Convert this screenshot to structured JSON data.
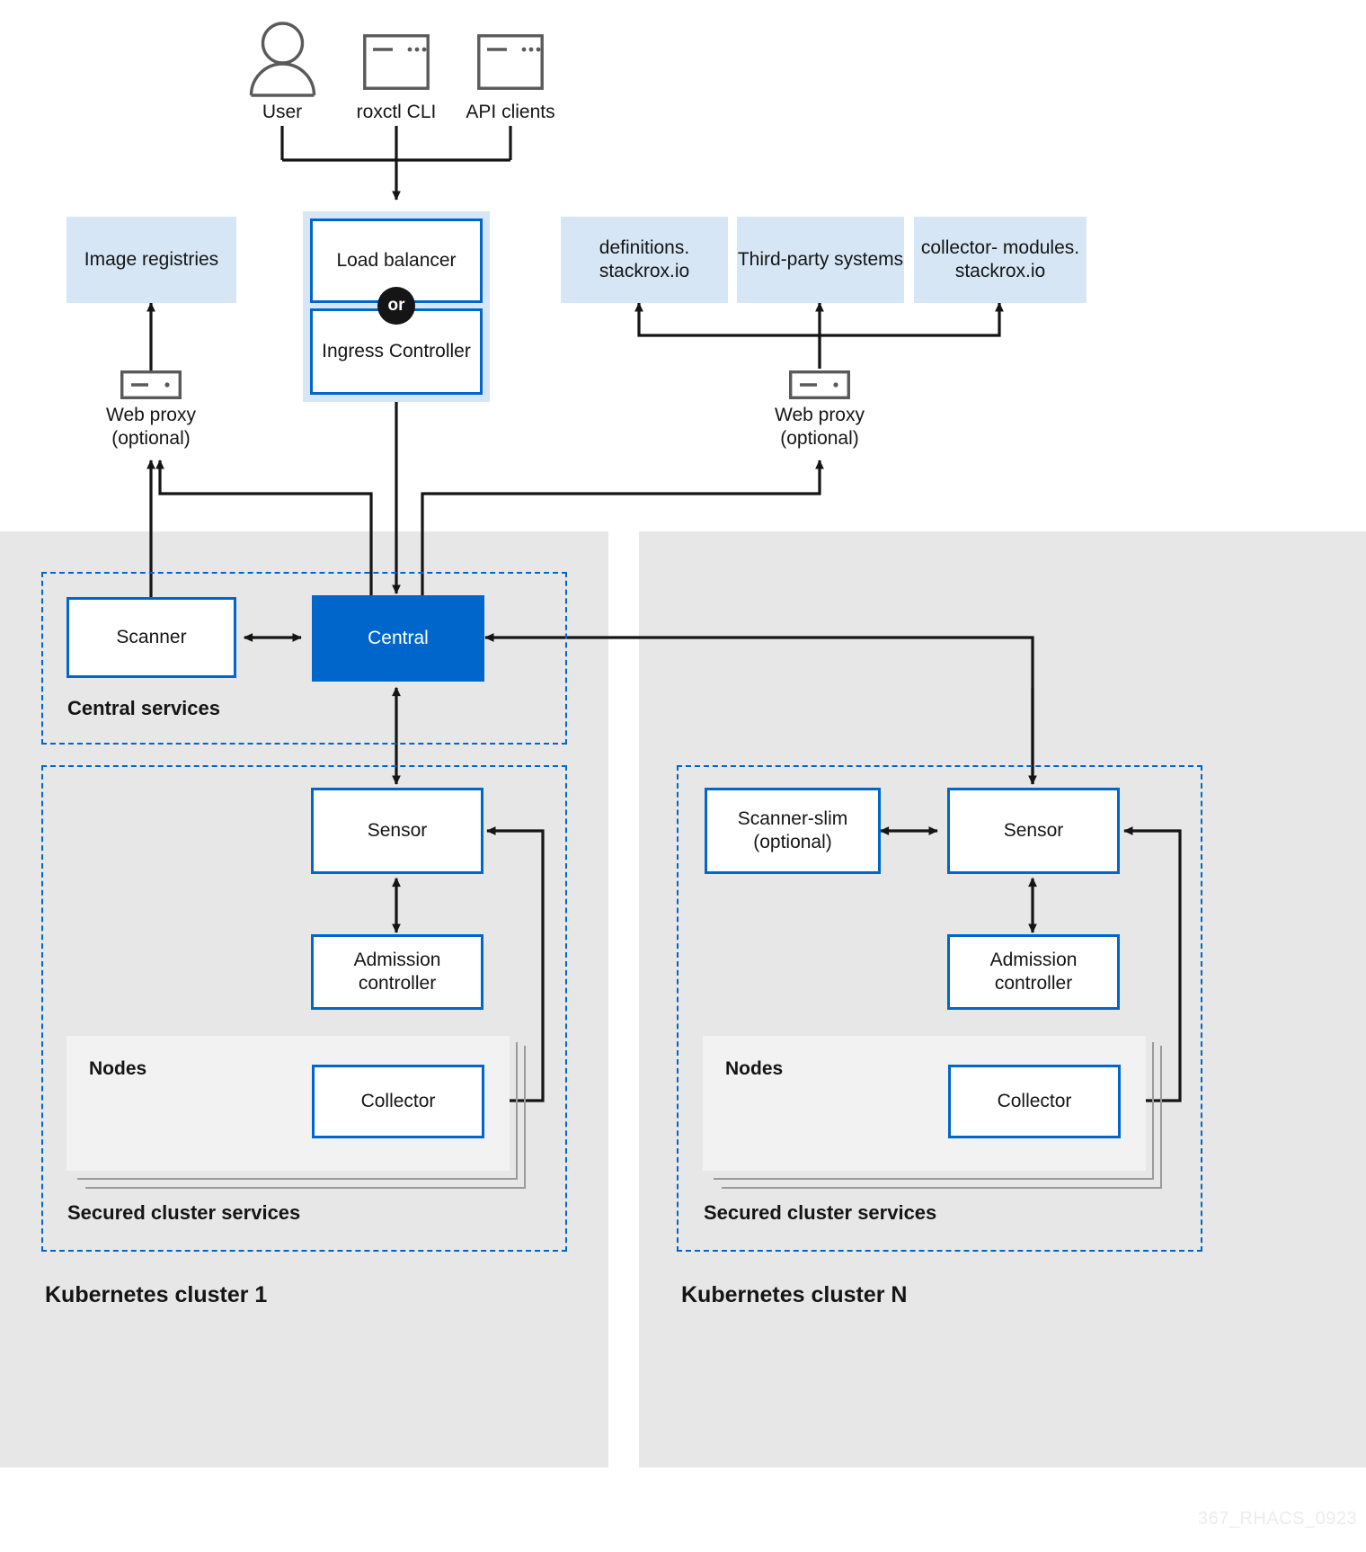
{
  "diagram": {
    "title": "Red Hat Advanced Cluster Security architecture",
    "watermark": "367_RHACS_0923",
    "colors": {
      "accent_blue": "#0066cc",
      "light_blue_fill": "#d6e6f5",
      "cluster_gray": "#e7e7e7",
      "nodes_gray": "#f2f2f2",
      "line_black": "#151515",
      "icon_gray": "#5a5a5a"
    }
  },
  "clients": [
    {
      "id": "user",
      "label": "User",
      "icon": "user-icon"
    },
    {
      "id": "roxctl",
      "label": "roxctl CLI",
      "icon": "terminal-window-icon"
    },
    {
      "id": "api",
      "label": "API clients",
      "icon": "terminal-window-icon"
    }
  ],
  "ingress": {
    "load_balancer": "Load\nbalancer",
    "or_badge": "or",
    "ingress_controller": "Ingress\nController"
  },
  "external": [
    {
      "id": "image-registries",
      "label": "Image\nregistries"
    },
    {
      "id": "definitions-stackrox-io",
      "label": "definitions.\nstackrox.io"
    },
    {
      "id": "third-party-systems",
      "label": "Third-party\nsystems"
    },
    {
      "id": "collector-modules-stackrox-io",
      "label": "collector-\nmodules.\nstackrox.io"
    }
  ],
  "web_proxies": [
    {
      "id": "web-proxy-left",
      "label": "Web proxy\n(optional)",
      "icon": "web-proxy-icon"
    },
    {
      "id": "web-proxy-right",
      "label": "Web proxy\n(optional)",
      "icon": "web-proxy-icon"
    }
  ],
  "central_services": {
    "group_label": "Central services",
    "scanner": "Scanner",
    "central": "Central"
  },
  "cluster1": {
    "cluster_label": "Kubernetes cluster 1",
    "group_label": "Secured cluster services",
    "sensor": "Sensor",
    "admission_controller": "Admission\ncontroller",
    "nodes_label": "Nodes",
    "collector": "Collector"
  },
  "clusterN": {
    "cluster_label": "Kubernetes cluster N",
    "group_label": "Secured cluster services",
    "scanner_slim": "Scanner-slim\n(optional)",
    "sensor": "Sensor",
    "admission_controller": "Admission\ncontroller",
    "nodes_label": "Nodes",
    "collector": "Collector"
  }
}
